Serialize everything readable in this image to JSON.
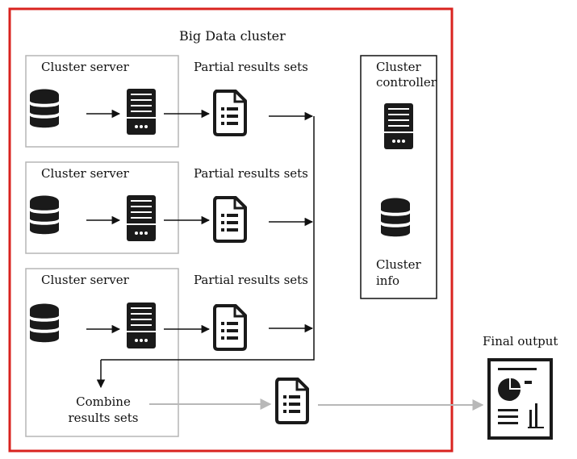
{
  "cluster": {
    "title": "Big Data cluster",
    "border_color": "#d9231f"
  },
  "servers": [
    {
      "label": "Cluster server",
      "results_label": "Partial results sets"
    },
    {
      "label": "Cluster server",
      "results_label": "Partial results sets"
    },
    {
      "label": "Cluster server",
      "results_label": "Partial results sets"
    }
  ],
  "controller": {
    "title_line1": "Cluster",
    "title_line2": "controller",
    "info_line1": "Cluster",
    "info_line2": "info"
  },
  "combine": {
    "line1": "Combine",
    "line2": "results sets"
  },
  "final": {
    "label": "Final output"
  },
  "colors": {
    "frame_gray": "#b5b5b5",
    "ink": "#1a1a1a",
    "arrow_gray": "#b8b8b8"
  },
  "icons": [
    "database-icon",
    "server-icon",
    "document-list-icon",
    "report-chart-icon"
  ]
}
